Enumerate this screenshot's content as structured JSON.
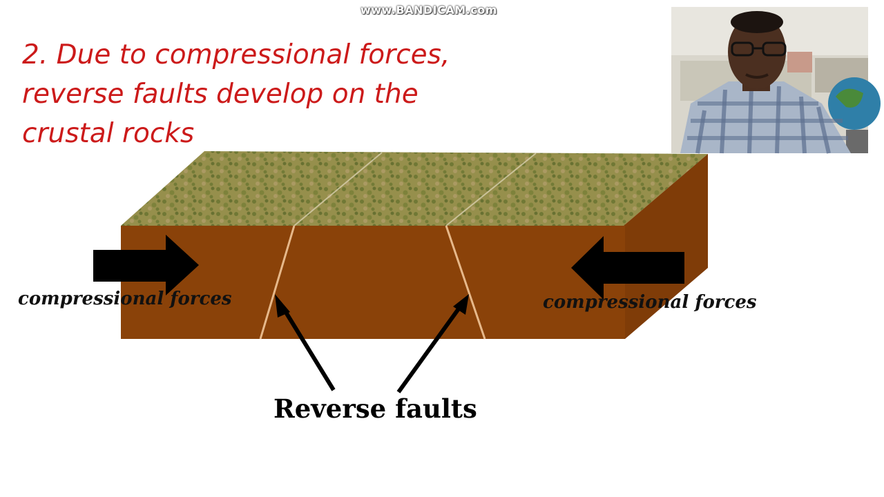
{
  "watermark": "www.BANDICAM.com",
  "slide": {
    "title_lines": [
      "2. Due to compressional forces,",
      "reverse faults develop on the",
      "crustal rocks"
    ],
    "left_force_label": "compressional forces",
    "right_force_label": "compressional forces",
    "faults_label": "Reverse faults"
  },
  "colors": {
    "title": "#cc1a1a",
    "block_front": "#8a4209",
    "block_side": "#7f3c08",
    "fault_line": "#e6b88a",
    "arrow": "#000000"
  }
}
